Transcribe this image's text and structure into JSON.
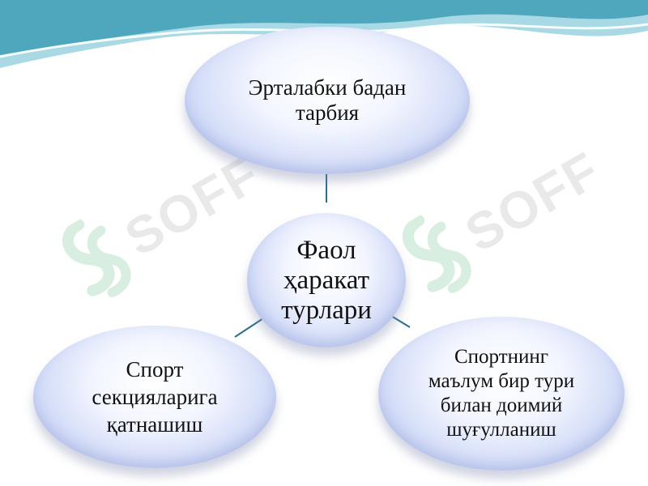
{
  "diagram": {
    "center": {
      "lines": [
        "Фаол",
        "ҳаракат",
        "турлари"
      ]
    },
    "top": {
      "lines": [
        "Эрталабки бадан",
        "тарбия"
      ]
    },
    "left": {
      "lines": [
        "Спорт",
        "секцияларига",
        "қатнашиш"
      ]
    },
    "right": {
      "lines": [
        "Спортнинг",
        "маълум бир тури",
        "билан доимий",
        "шуғулланиш"
      ]
    }
  },
  "watermark": {
    "text": "SOFF"
  },
  "colors": {
    "background": "#ffffff",
    "wave_dark": "#4fa7bd",
    "wave_light": "#a9d9e4",
    "node_fill": "#c8d3f5",
    "node_edge": "#a9b8e6",
    "connector": "#2d6f86",
    "watermark": "#d8d8d8"
  }
}
